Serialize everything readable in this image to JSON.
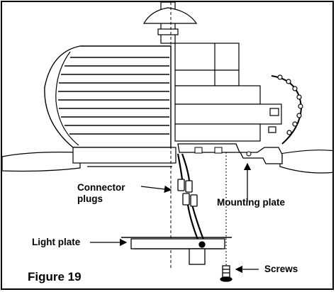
{
  "figure": {
    "caption": "Figure 19"
  },
  "labels": {
    "connector_line1": "Connector",
    "connector_line2": "plugs",
    "mounting_plate": "Mounting plate",
    "light_plate": "Light plate",
    "screws": "Screws"
  },
  "colors": {
    "ink": "#000000",
    "paper": "#ffffff",
    "shade": "#d9d9d9"
  },
  "icons": {
    "pointer": "arrow-icon"
  }
}
